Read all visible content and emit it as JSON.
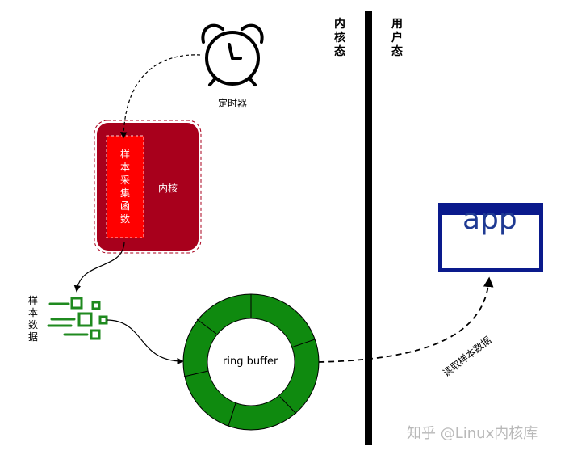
{
  "zones": {
    "kernel_mode": "内核态",
    "user_mode": "用户态"
  },
  "timer": {
    "label": "定时器",
    "icon": "alarm-clock-icon"
  },
  "kernel": {
    "label": "内核",
    "sample_function": "样本采集函数",
    "color": "#a8001c",
    "inner_color": "#ff0000"
  },
  "sample_data": {
    "label": "样本数据",
    "icon": "data-blocks-icon",
    "color": "#1f8a1f"
  },
  "ring_buffer": {
    "label": "ring buffer",
    "color": "#0f8a0f"
  },
  "app": {
    "label": "app",
    "border_color": "#0a1a8c"
  },
  "read_edge": {
    "label": "读取样本数据"
  },
  "watermark": "知乎 @Linux内核库"
}
